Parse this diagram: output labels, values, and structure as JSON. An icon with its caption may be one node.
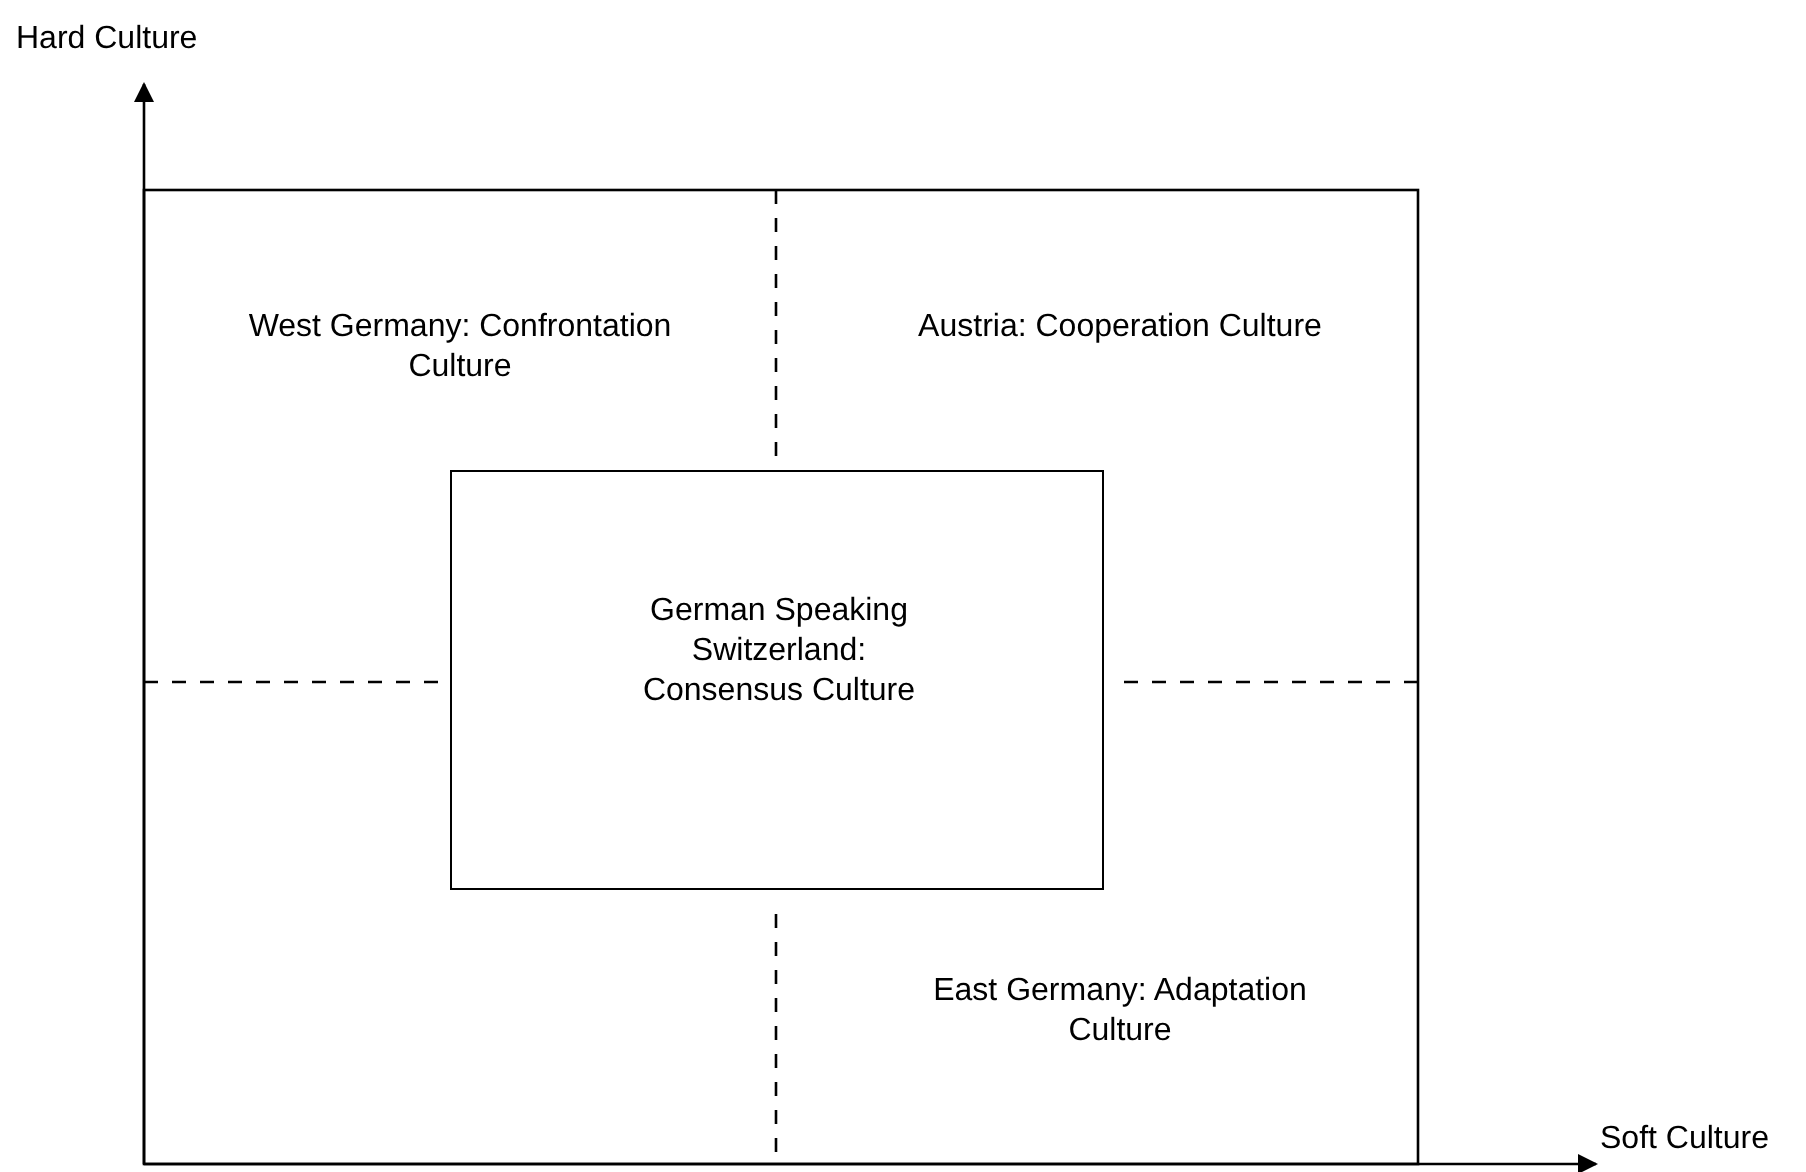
{
  "diagram": {
    "nodes": [
      {
        "text": [
          "German Speaking Switzerland: Consensus Culture"
        ]
      }
    ],
    "edges": [],
    "labels": [
      "Hard Culture",
      "West Germany: Confrontation Culture",
      "Austria: Cooperation Culture",
      "East Germany: Adaptation Culture",
      "Soft Culture"
    ]
  }
}
